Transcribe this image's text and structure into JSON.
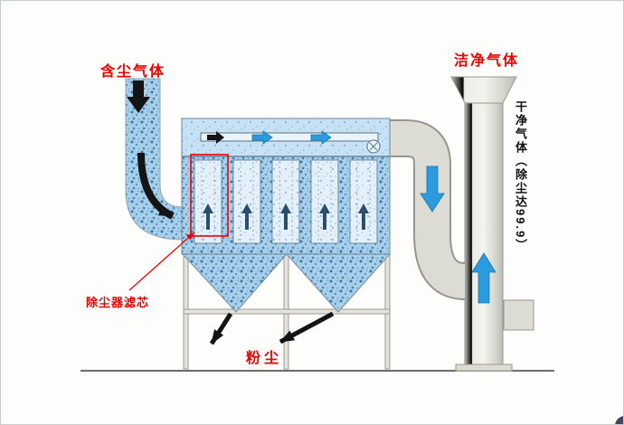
{
  "diagram": {
    "labels": {
      "inlet_gas": "含尘气体",
      "clean_gas": "洁净气体",
      "stack_note": "干净气体（除尘达99.9）",
      "filter_callout": "除尘器滤芯",
      "dust": "粉尘"
    },
    "icons": {
      "inlet_flow": "black-down-arrow",
      "bend_flow": "black-curved-arrow",
      "plenum_flow": "right-flow-arrows",
      "outlet_flow": "blue-down-arrow",
      "stack_flow": "blue-up-arrow",
      "dust_discharge": "black-diagonal-arrows",
      "filter_flow": "small-up-arrow"
    },
    "colors": {
      "label_red": "#ee0000",
      "housing_blue": "#a7cfe9",
      "plenum_blue": "#c6e1f3",
      "speckle_blue": "#2f6ca6",
      "filter_fill": "#e3f0fa",
      "arrow_blue": "#2b9be0",
      "arrow_black": "#141414",
      "duct_gray": "#dcdcd4",
      "duct_outline": "#97978f",
      "frame_gray": "#e3e3db",
      "ground": "#3c3c3c"
    }
  }
}
